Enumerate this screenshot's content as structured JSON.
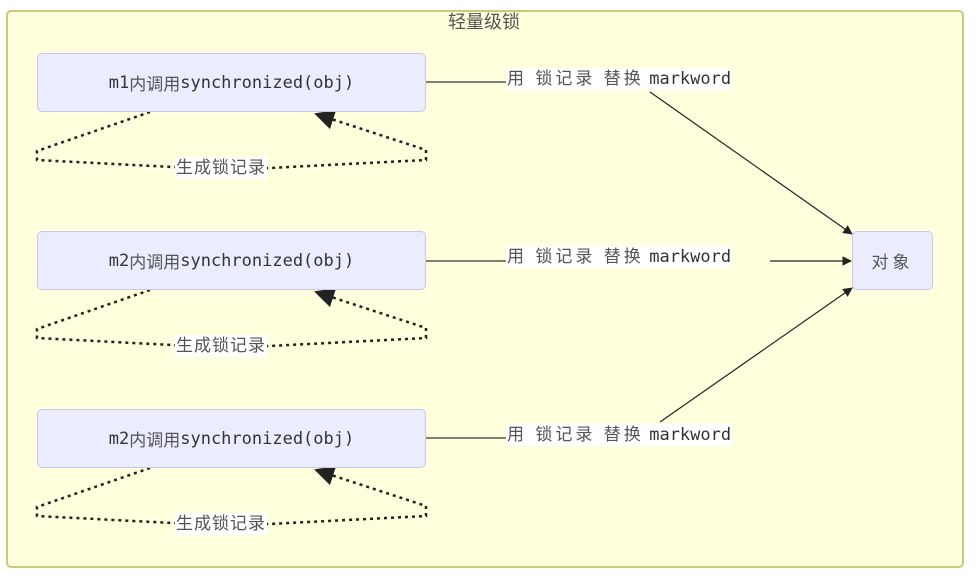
{
  "diagram": {
    "title": "轻量级锁",
    "nodes": [
      {
        "id": "m1",
        "prefix": "m1",
        "cjk": "内调用",
        "code": "synchronized(obj)"
      },
      {
        "id": "m2a",
        "prefix": "m2",
        "cjk": "内调用",
        "code": "synchronized(obj)"
      },
      {
        "id": "m2b",
        "prefix": "m2",
        "cjk": "内调用",
        "code": "synchronized(obj)"
      }
    ],
    "target": {
      "id": "obj",
      "label": "对象"
    },
    "edge_labels": [
      {
        "cjk": "用 锁记录 替换",
        "code": "markword"
      },
      {
        "cjk": "用 锁记录 替换",
        "code": "markword"
      },
      {
        "cjk": "用 锁记录 替换",
        "code": "markword"
      }
    ],
    "loop_labels": [
      "生成锁记录",
      "生成锁记录",
      "生成锁记录"
    ],
    "colors": {
      "cluster_fill": "#ffffde",
      "cluster_border": "#c8cc78",
      "node_fill": "#ececff",
      "node_border": "#c8c8ea",
      "edge": "#333333"
    }
  }
}
